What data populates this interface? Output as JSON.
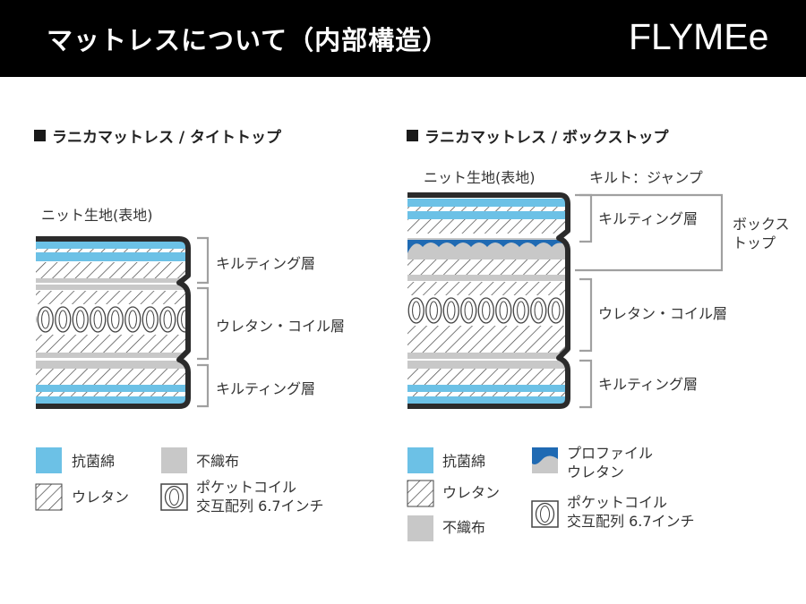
{
  "header": {
    "title": "マットレスについて（内部構造）",
    "brand": "FLYMEe"
  },
  "left": {
    "title": "ラニカマットレス / タイトトップ",
    "fabric_label": "ニット生地(表地)",
    "layers": [
      "キルティング層",
      "ウレタン・コイル層",
      "キルティング層"
    ]
  },
  "right": {
    "title": "ラニカマットレス / ボックストップ",
    "fabric_label": "ニット生地(表地)",
    "quilt_label": "キルト：ジャンプ",
    "box_top_label": [
      "ボックス",
      "トップ"
    ],
    "layers": [
      "キルティング層",
      "ウレタン・コイル層",
      "キルティング層"
    ]
  },
  "legend_left": {
    "antibacterial_cotton": "抗菌綿",
    "nonwoven": "不織布",
    "urethane": "ウレタン",
    "pocket_coil": [
      "ポケットコイル",
      "交互配列 6.7インチ"
    ]
  },
  "legend_right": {
    "antibacterial_cotton": "抗菌綿",
    "profile_urethane": [
      "プロファイル",
      "ウレタン"
    ],
    "urethane": "ウレタン",
    "nonwoven": "不織布",
    "pocket_coil": [
      "ポケットコイル",
      "交互配列 6.7インチ"
    ]
  },
  "colors": {
    "header_bg": "#000000",
    "cotton_blue": "#6cc1e6",
    "nonwoven_gray": "#c8c8c8",
    "profile_blue": "#1f6ab3",
    "frame": "#2b2b2b",
    "bracket": "#a0a0a0"
  },
  "icons": {
    "section_marker": "black-square-icon",
    "bracket": "right-bracket-icon"
  }
}
